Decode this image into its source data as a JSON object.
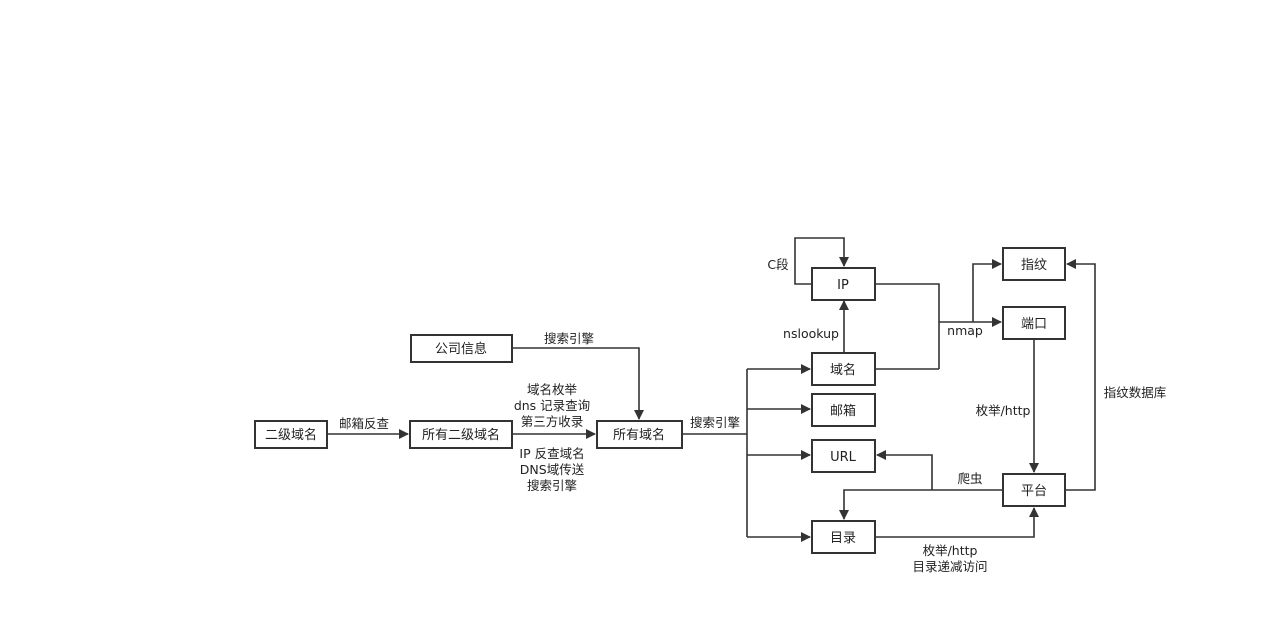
{
  "diagram": {
    "nodes": {
      "second_level_domain": "二级域名",
      "all_second_level_domains": "所有二级域名",
      "company_info": "公司信息",
      "all_domains": "所有域名",
      "ip": "IP",
      "domain": "域名",
      "email": "邮箱",
      "url": "URL",
      "directory": "目录",
      "fingerprint": "指纹",
      "port": "端口",
      "platform": "平台"
    },
    "edge_labels": {
      "email_reverse": "邮箱反查",
      "search_engine_company": "搜索引擎",
      "collect_methods": [
        "域名枚举",
        "dns 记录查询",
        "第三方收录"
      ],
      "more_methods": [
        "IP 反查域名",
        "DNS域传送",
        "搜索引擎"
      ],
      "search_engine_all": "搜索引擎",
      "c_segment": "C段",
      "nslookup": "nslookup",
      "nmap": "nmap",
      "enum_http_port": "枚举/http",
      "fingerprint_db": "指纹数据库",
      "crawler": "爬虫",
      "enum_http_dir": "枚举/http",
      "dir_descend": "目录递减访问"
    }
  }
}
